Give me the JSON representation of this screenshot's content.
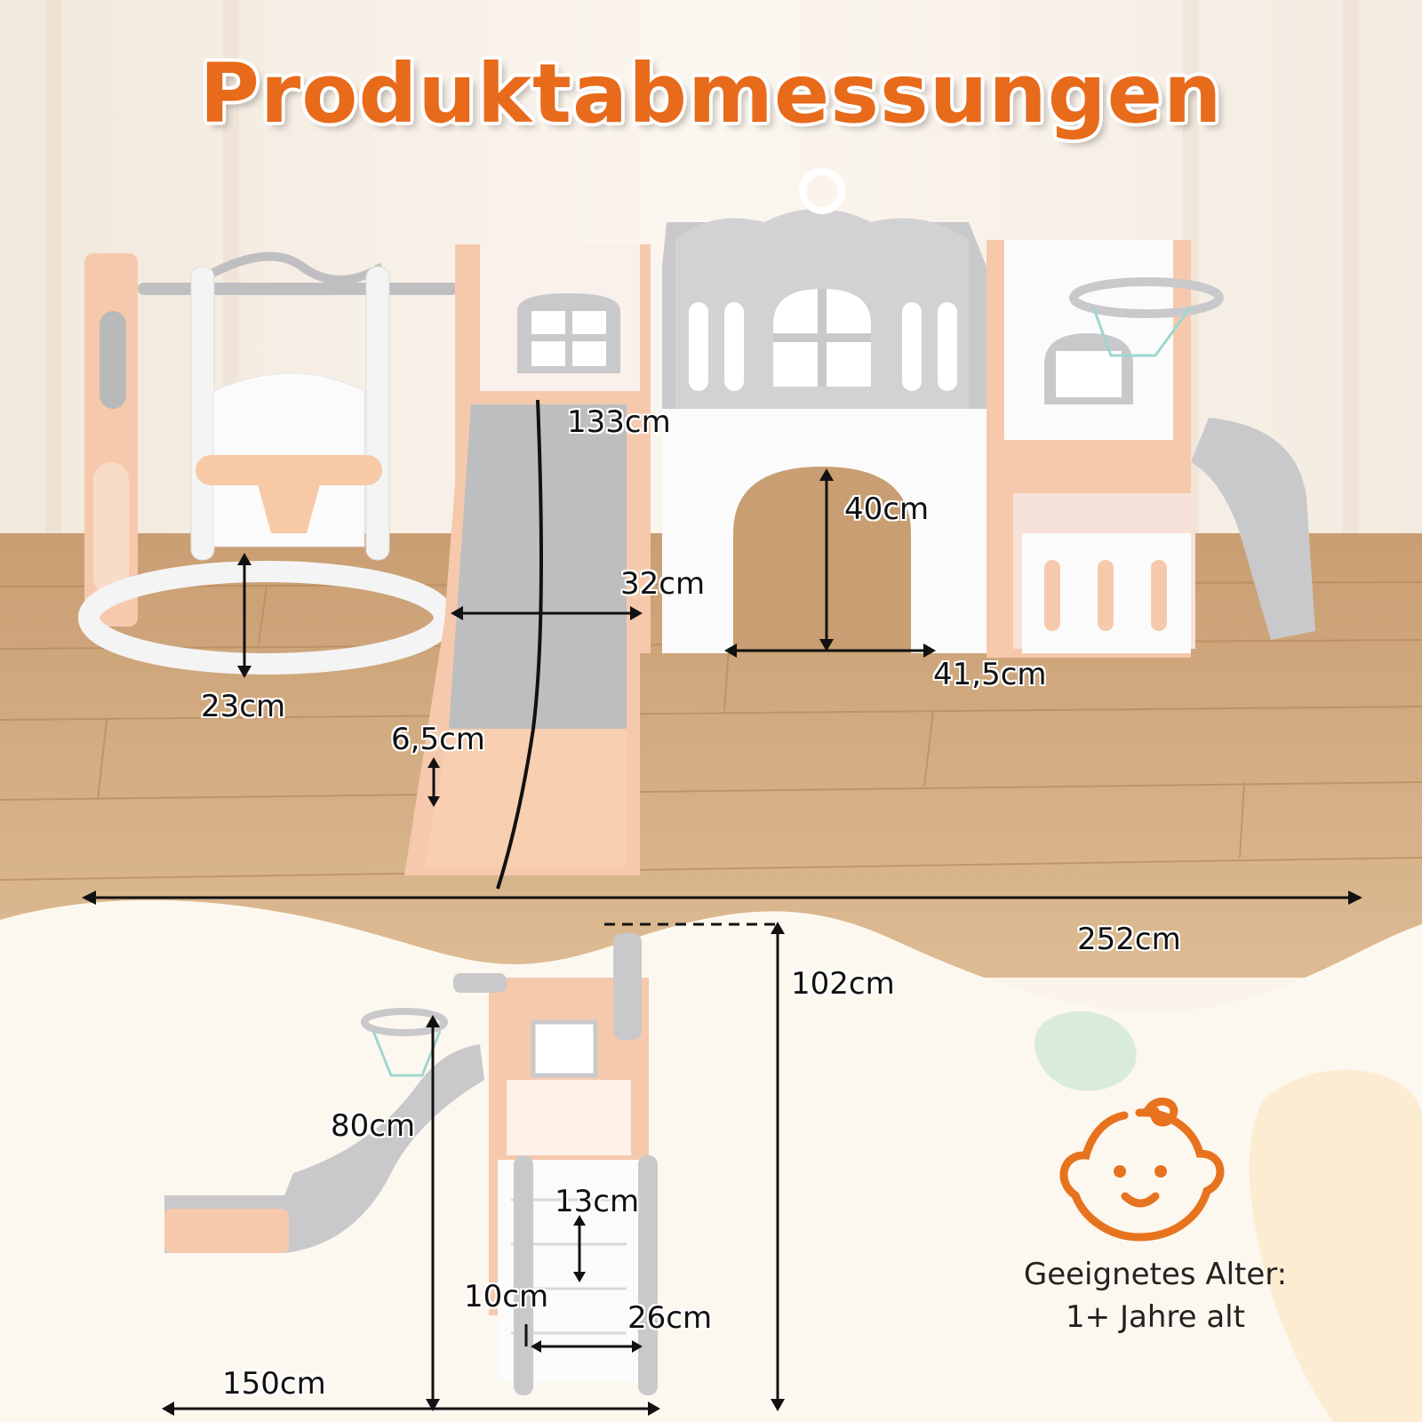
{
  "title": "Produktabmessungen",
  "dimensions": {
    "slide_length": "133cm",
    "swing_seat_height": "23cm",
    "slide_width": "32cm",
    "slide_end_height": "6,5cm",
    "tunnel_height": "40cm",
    "tunnel_width": "41,5cm",
    "total_length": "252cm",
    "total_height": "102cm",
    "hoop_height": "80cm",
    "side_depth": "150cm",
    "step_spacing": "13cm",
    "first_step_height": "10cm",
    "step_width": "26cm"
  },
  "age": {
    "line1": "Geeignetes Alter:",
    "line2": "1+ Jahre alt"
  },
  "colors": {
    "title": "#e86a1b",
    "accent_orange": "#e8731e",
    "peach": "#f6c9ad",
    "gray": "#c9c9cb",
    "wood": "#d7b48c"
  },
  "icons": [
    "baby-face-icon"
  ]
}
